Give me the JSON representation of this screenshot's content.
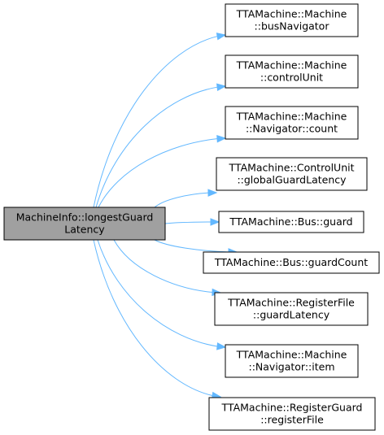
{
  "colors": {
    "edge": "#63b8ff",
    "root_fill": "#a0a0a0",
    "node_fill": "#ffffff",
    "node_border": "#000000"
  },
  "root": {
    "lines": [
      "MachineInfo::longestGuard",
      "Latency"
    ]
  },
  "callees": [
    {
      "lines": [
        "TTAMachine::Machine",
        "::busNavigator"
      ]
    },
    {
      "lines": [
        "TTAMachine::Machine",
        "::controlUnit"
      ]
    },
    {
      "lines": [
        "TTAMachine::Machine",
        "::Navigator::count"
      ]
    },
    {
      "lines": [
        "TTAMachine::ControlUnit",
        "::globalGuardLatency"
      ]
    },
    {
      "lines": [
        "TTAMachine::Bus::guard"
      ]
    },
    {
      "lines": [
        "TTAMachine::Bus::guardCount"
      ]
    },
    {
      "lines": [
        "TTAMachine::RegisterFile",
        "::guardLatency"
      ]
    },
    {
      "lines": [
        "TTAMachine::Machine",
        "::Navigator::item"
      ]
    },
    {
      "lines": [
        "TTAMachine::RegisterGuard",
        "::registerFile"
      ]
    }
  ]
}
